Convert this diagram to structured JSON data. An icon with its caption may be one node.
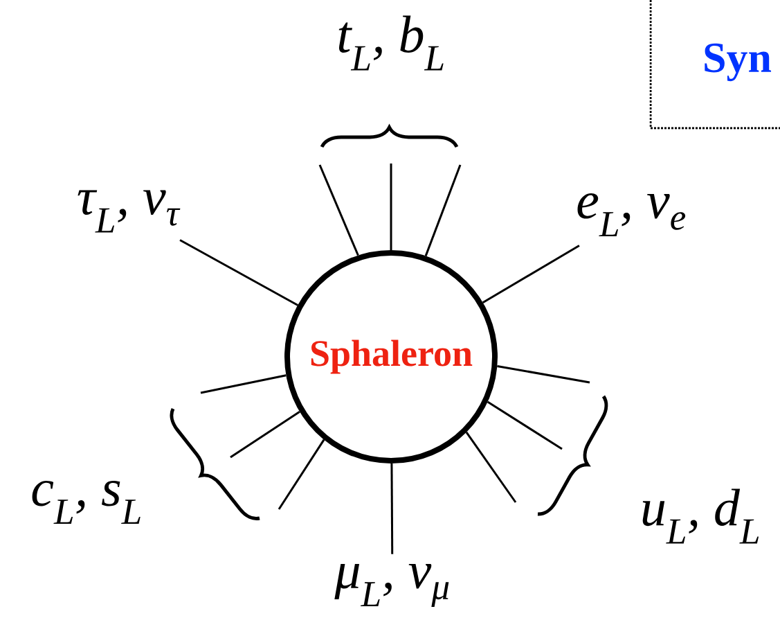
{
  "diagram": {
    "nodes": [
      {
        "text": [
          "t$_{L}$, b$_{L}$"
        ]
      },
      {
        "text": [
          "Syn"
        ]
      },
      {
        "text": [
          "τ$_{L}$, ν$_{τ}$"
        ]
      },
      {
        "text": [
          "e$_{L}$, ν$_{e}$"
        ]
      },
      {
        "text": [
          "Sphaleron"
        ]
      },
      {
        "text": [
          "c$_{L}$, s$_{L}$"
        ]
      },
      {
        "text": [
          "u$_{L}$, d$_{L}$"
        ]
      },
      {
        "text": [
          "μ$_{L}$, ν$_{μ}$"
        ]
      }
    ],
    "edges": [
      {
        "from": 4,
        "to": 2,
        "arrow": "none"
      },
      {
        "from": 4,
        "to": 3,
        "arrow": "none"
      },
      {
        "from": 4,
        "to": 7,
        "arrow": "none"
      },
      {
        "from": 4,
        "to": null,
        "arrow": "none"
      },
      {
        "from": 4,
        "to": null,
        "arrow": "none"
      },
      {
        "from": 4,
        "to": null,
        "arrow": "none"
      },
      {
        "from": 4,
        "to": null,
        "arrow": "none"
      },
      {
        "from": 4,
        "to": null,
        "arrow": "none"
      },
      {
        "from": 4,
        "to": null,
        "arrow": "none"
      },
      {
        "from": 4,
        "to": null,
        "arrow": "none"
      },
      {
        "from": 4,
        "to": null,
        "arrow": "none"
      },
      {
        "from": 4,
        "to": null,
        "arrow": "none"
      }
    ]
  }
}
